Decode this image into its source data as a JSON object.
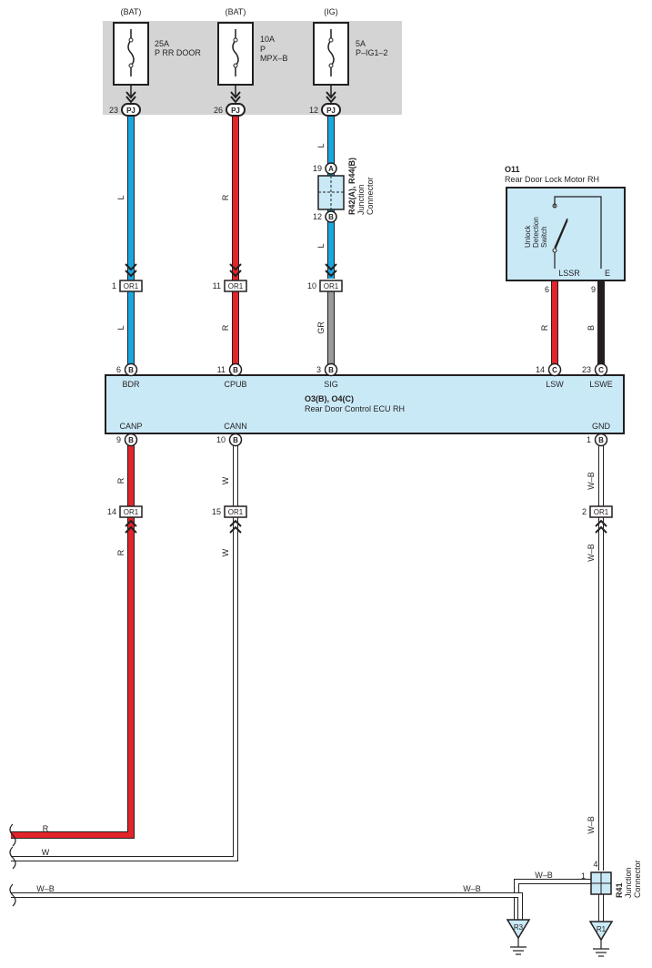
{
  "colors": {
    "wire_L": "#1aa7e0",
    "wire_R": "#e3242b",
    "wire_GR": "#999a9c",
    "wire_B": "#231f20",
    "wire_W": "#ffffff",
    "panel_grey": "#d4d4d5",
    "component_fill": "#c9e9f6",
    "outline": "#231f20"
  },
  "fuses": [
    {
      "source": "(BAT)",
      "rating": "25A",
      "name": "P RR DOOR",
      "pin": "23",
      "conn": "PJ"
    },
    {
      "source": "(BAT)",
      "rating": "10A",
      "name": "P\nMPX–B",
      "pin": "26",
      "conn": "PJ"
    },
    {
      "source": "(IG)",
      "rating": "5A",
      "name": "P–IG1–2",
      "pin": "12",
      "conn": "PJ"
    }
  ],
  "junction_r42": {
    "title": "R42(A), R44(B)",
    "subtitle": "Junction\nConnector",
    "pin_top": "19",
    "conn_top": "A",
    "pin_bottom": "12",
    "conn_bottom": "B"
  },
  "upper_wires": [
    {
      "color": "L",
      "inline_pin": "1",
      "inline_conn": "OR1",
      "color_below": "L",
      "ecu_pin": "6",
      "ecu_conn": "B",
      "ecu_label": "BDR"
    },
    {
      "color": "R",
      "inline_pin": "11",
      "inline_conn": "OR1",
      "color_below": "R",
      "ecu_pin": "11",
      "ecu_conn": "B",
      "ecu_label": "CPUB"
    },
    {
      "color": "L",
      "color_mid": "L",
      "inline_pin": "10",
      "inline_conn": "OR1",
      "color_below": "GR",
      "ecu_pin": "3",
      "ecu_conn": "B",
      "ecu_label": "SIG"
    }
  ],
  "motor": {
    "code": "O11",
    "name": "Rear Door Lock Motor RH",
    "switch_label": "Unlock\nDetection\nSwitch",
    "pin_left_label": "LSSR",
    "pin_right_label": "E",
    "pin_left": "6",
    "pin_right": "9",
    "wire_left": "R",
    "wire_right": "B"
  },
  "ecu": {
    "code": "O3(B), O4(C)",
    "name": "Rear Door Control ECU RH",
    "right_pins": [
      {
        "pin": "14",
        "conn": "C",
        "label": "LSW"
      },
      {
        "pin": "23",
        "conn": "C",
        "label": "LSWE"
      }
    ],
    "bottom_pins": [
      {
        "pin": "9",
        "conn": "B",
        "label": "CANP"
      },
      {
        "pin": "10",
        "conn": "B",
        "label": "CANN"
      },
      {
        "pin": "1",
        "conn": "B",
        "label": "GND"
      }
    ]
  },
  "lower_wires": [
    {
      "color": "R",
      "inline_pin": "14",
      "inline_conn": "OR1",
      "color_below": "R"
    },
    {
      "color": "W",
      "inline_pin": "15",
      "inline_conn": "OR1",
      "color_below": "W"
    },
    {
      "color": "W–B",
      "inline_pin": "2",
      "inline_conn": "OR1",
      "color_below": "W–B",
      "color_low": "W–B"
    }
  ],
  "left_exits": [
    "R",
    "W",
    "W–B"
  ],
  "ground_wire_labels": [
    "W–B",
    "W–B"
  ],
  "junction_r41": {
    "title": "R41",
    "subtitle": "Junction\nConnector",
    "pin_top": "4",
    "pin_left": "1"
  },
  "grounds": [
    "R3",
    "R1"
  ]
}
